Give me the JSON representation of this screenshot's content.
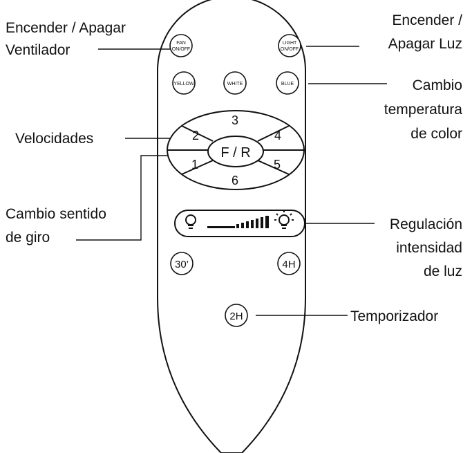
{
  "labels": {
    "fan_power_line1": "Encender / Apagar",
    "fan_power_line2": "Ventilador",
    "light_power_line1": "Encender /",
    "light_power_line2": "Apagar Luz",
    "color_temp_line1": "Cambio",
    "color_temp_line2": "temperatura",
    "color_temp_line3": "de color",
    "speeds": "Velocidades",
    "direction_line1": "Cambio sentido",
    "direction_line2": "de giro",
    "dimmer_line1": "Regulación",
    "dimmer_line2": "intensidad",
    "dimmer_line3": "de luz",
    "timer": "Temporizador"
  },
  "buttons": {
    "fan_top": "FAN",
    "fan_bottom": "ON/OFF",
    "light_top": "LIGHT",
    "light_bottom": "ON/OFF",
    "yellow": "YELLOW",
    "white": "WHITE",
    "blue": "BLUE",
    "speed_1": "1",
    "speed_2": "2",
    "speed_3": "3",
    "speed_4": "4",
    "speed_5": "5",
    "speed_6": "6",
    "forward_reverse": "F / R",
    "timer_30": "30’",
    "timer_4h": "4H",
    "timer_2h": "2H"
  }
}
